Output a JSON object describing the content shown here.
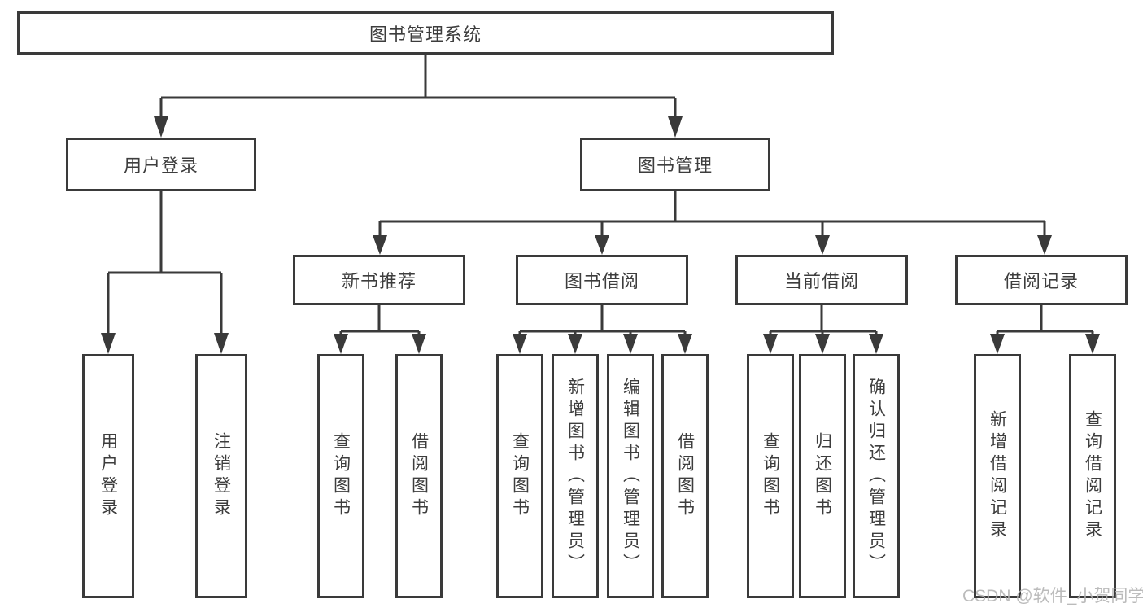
{
  "diagram": {
    "root": "图书管理系统",
    "level2": {
      "user_login": "用户登录",
      "book_mgmt": "图书管理"
    },
    "level3": {
      "new_books": "新书推荐",
      "borrowing": "图书借阅",
      "current": "当前借阅",
      "records": "借阅记录"
    },
    "leaves": {
      "login": "用户登录",
      "logout": "注销登录",
      "nb_query": "查询图书",
      "nb_borrow": "借阅图书",
      "bw_query": "查询图书",
      "bw_add": "新增图书（管理员）",
      "bw_edit": "编辑图书（管理员）",
      "bw_borrow": "借阅图书",
      "cu_query": "查询图书",
      "cu_return": "归还图书",
      "cu_confirm": "确认归还（管理员）",
      "rec_add": "新增借阅记录",
      "rec_query": "查询借阅记录"
    },
    "hierarchy": {
      "图书管理系统": [
        "用户登录",
        "图书管理"
      ],
      "用户登录": [
        "用户登录",
        "注销登录"
      ],
      "图书管理": [
        "新书推荐",
        "图书借阅",
        "当前借阅",
        "借阅记录"
      ],
      "新书推荐": [
        "查询图书",
        "借阅图书"
      ],
      "图书借阅": [
        "查询图书",
        "新增图书（管理员）",
        "编辑图书（管理员）",
        "借阅图书"
      ],
      "当前借阅": [
        "查询图书",
        "归还图书",
        "确认归还（管理员）"
      ],
      "借阅记录": [
        "新增借阅记录",
        "查询借阅记录"
      ]
    }
  },
  "watermark": {
    "text": "CSDN @软件_小贺同学",
    "color": "#b2b2b2"
  },
  "colors": {
    "line": "#3a3a3a",
    "border": "#3a3a3a",
    "text": "#3d3d3d",
    "background": "#ffffff"
  }
}
